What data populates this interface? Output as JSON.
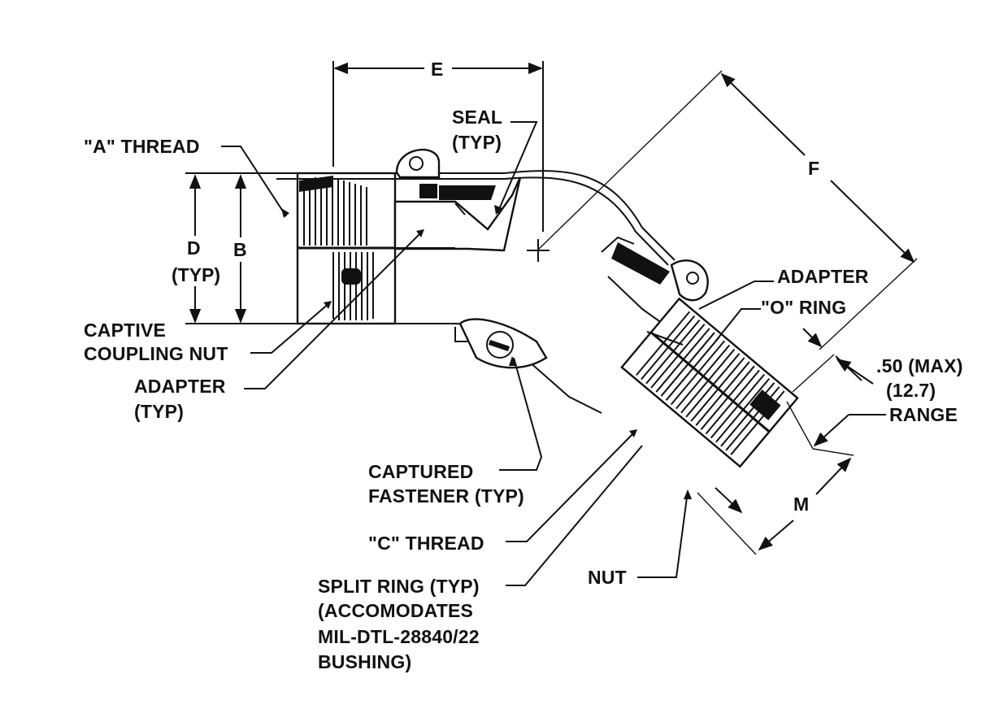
{
  "labels": {
    "e": "E",
    "f": "F",
    "d": "D",
    "d_typ": "(TYP)",
    "b": "B",
    "a_thread": "\"A\" THREAD",
    "seal": "SEAL",
    "seal_typ": "(TYP)",
    "captive_1": "CAPTIVE",
    "captive_2": "COUPLING NUT",
    "adapter_left_1": "ADAPTER",
    "adapter_left_2": "(TYP)",
    "adapter_right": "ADAPTER",
    "o_ring": "\"O\" RING",
    "max_1": ".50 (MAX)",
    "max_2": "(12.7)",
    "range": "RANGE",
    "m": "M",
    "captured_1": "CAPTURED",
    "captured_2": "FASTENER (TYP)",
    "c_thread": "\"C\" THREAD",
    "nut": "NUT",
    "split_1": "SPLIT RING (TYP)",
    "split_2": "(ACCOMODATES",
    "split_3": "MIL-DTL-28840/22",
    "split_4": "BUSHING)"
  },
  "colors": {
    "ink": "#111111",
    "paper": "#ffffff"
  }
}
